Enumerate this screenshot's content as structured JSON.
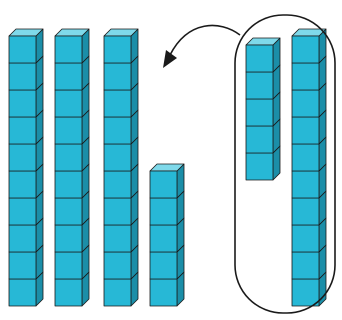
{
  "colors": {
    "cube_front": "#27b8d6",
    "cube_top": "#7fd9ea",
    "cube_side": "#1b8ea8",
    "outline": "#1a1a1a",
    "background": "#ffffff"
  },
  "blocks": {
    "main_group": [
      {
        "name": "ten-rod-1",
        "cubes": 10
      },
      {
        "name": "ten-rod-2",
        "cubes": 10
      },
      {
        "name": "ten-rod-3",
        "cubes": 10
      },
      {
        "name": "unit-stack",
        "cubes": 5
      }
    ],
    "circled_group": [
      {
        "name": "unit-stack-circled",
        "cubes": 5
      },
      {
        "name": "ten-rod-circled",
        "cubes": 10
      }
    ]
  },
  "icons": {
    "arrow": "curved-arrow-icon"
  }
}
